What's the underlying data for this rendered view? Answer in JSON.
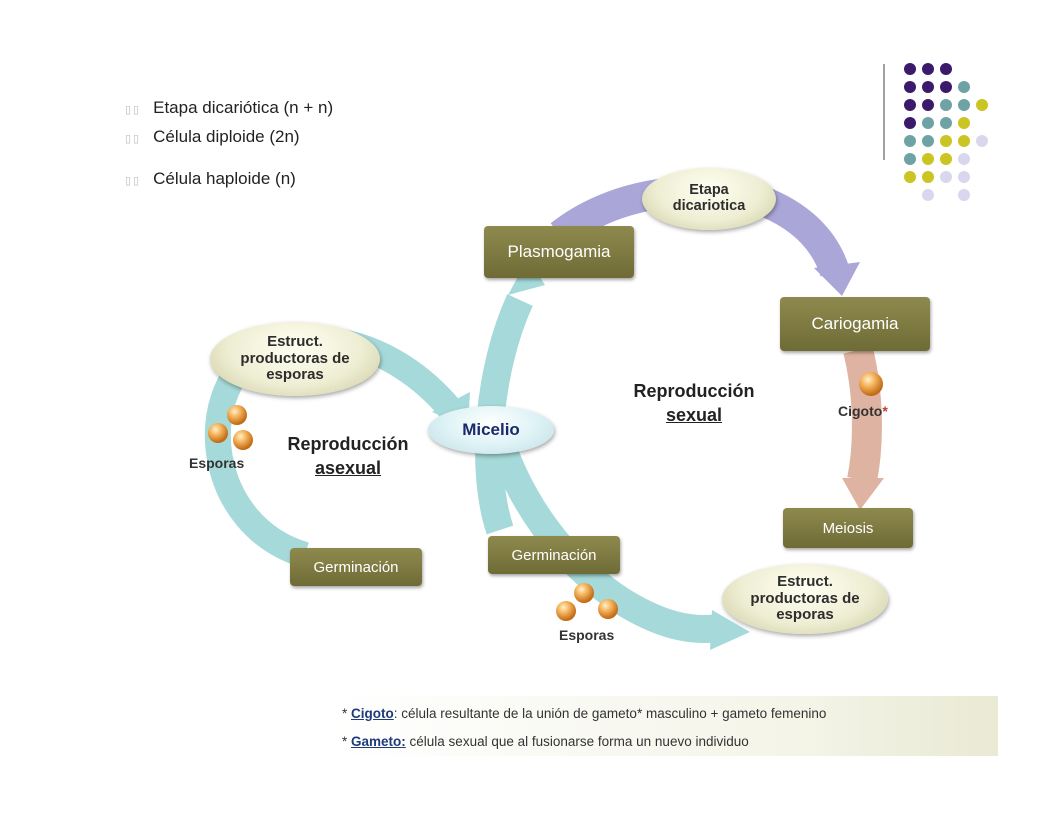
{
  "legend": [
    {
      "label": "Etapa dicariótica (n + n)"
    },
    {
      "label": "Célula diploide (2n)"
    },
    {
      "label": "Célula haploide (n)"
    }
  ],
  "stages": {
    "plasmogamia": "Plasmogamia",
    "etapa_dicariotica": "Etapa dicariotica",
    "cariogamia": "Cariogamia",
    "cigoto": "Cigoto",
    "cigoto_mark": "*",
    "meiosis": "Meiosis",
    "estruct_sexual": "Estruct. productoras de esporas",
    "esporas_sexual": "Esporas",
    "germinacion_sexual": "Germinación",
    "micelio": "Micelio",
    "estruct_asexual": "Estruct. productoras de esporas",
    "esporas_asexual": "Esporas",
    "germinacion_asexual": "Germinación"
  },
  "center": {
    "sexual_line1": "Reproducción",
    "sexual_line2": "sexual",
    "asexual_line1": "Reproducción",
    "asexual_line2": "asexual"
  },
  "notes": [
    {
      "prefix": "* ",
      "term": "Cigoto",
      "sep": ":",
      "text": " célula resultante de la unión de gameto* masculino + gameto femenino"
    },
    {
      "prefix": "* ",
      "term": "Gameto",
      "sep": ":",
      "text": " célula sexual que al fusionarse forma un nuevo individuo"
    }
  ],
  "colors": {
    "arrow_teal": "#a6d9d9",
    "arrow_lavender": "#aaa6d8",
    "arrow_salmon": "#dfb3a1",
    "box_olive": "#7d7942",
    "spore_orange": "#f0a43a",
    "dot_purple": "#3c1a6b",
    "dot_teal": "#6fa2a4",
    "dot_yellow": "#cbc523",
    "dot_lavender": "#d9d7ee",
    "asterisk_red": "#c0392b"
  },
  "icons": [
    "spore-cluster-icon",
    "decorative-dot-grid"
  ]
}
